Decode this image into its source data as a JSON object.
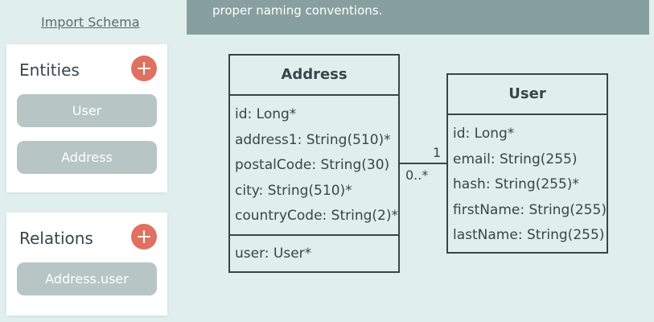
{
  "sidebar": {
    "import_link": "Import Schema",
    "entities": {
      "title": "Entities",
      "items": [
        "User",
        "Address"
      ]
    },
    "relations": {
      "title": "Relations",
      "items": [
        "Address.user"
      ]
    }
  },
  "banner": {
    "text": "proper naming conventions."
  },
  "diagram": {
    "address": {
      "title": "Address",
      "attributes": [
        "id: Long*",
        "address1: String(510)*",
        "postalCode: String(30)",
        "city: String(510)*",
        "countryCode: String(2)*"
      ],
      "relations": [
        "user: User*"
      ]
    },
    "user": {
      "title": "User",
      "attributes": [
        "id: Long*",
        "email: String(255)",
        "hash: String(255)*",
        "firstName: String(255)",
        "lastName: String(255)"
      ]
    },
    "link": {
      "source_multiplicity": "0..*",
      "target_multiplicity": "1"
    }
  },
  "colors": {
    "background": "#e0efed",
    "banner": "#87a09f",
    "add_button": "#e0705f",
    "pill": "#b7c5c5",
    "line": "#36474a"
  }
}
